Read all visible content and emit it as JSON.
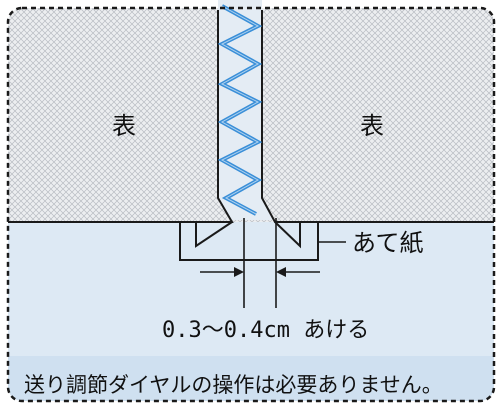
{
  "labels": {
    "left_face": "表",
    "right_face": "表",
    "backing_paper": "あて紙",
    "gap_measurement": "0.3～0.4cm あける",
    "note": "送り調節ダイヤルの操作は必要ありません。"
  },
  "colors": {
    "fabric_hatch": "#c9ccd0",
    "fabric_bg": "#eceef0",
    "lower_panel": "#dde9f4",
    "note_band": "#cfe0f0",
    "stitch": "#3a8fd8",
    "line": "#1a1a1a"
  },
  "icons": {
    "stitch": "zigzag-stitch-icon",
    "arrow": "arrow-pointer-icon"
  }
}
